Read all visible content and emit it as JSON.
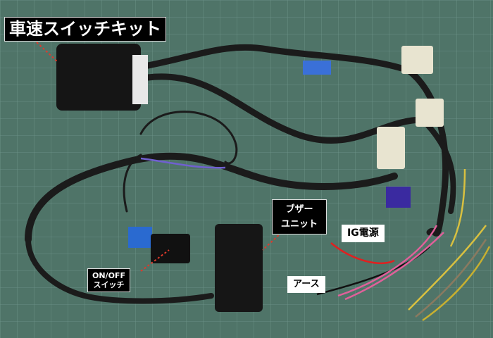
{
  "labels": {
    "kit": "車速スイッチキット",
    "buzzer_line1": "ブザー",
    "buzzer_line2": "ユニット",
    "ig_power": "IG電源",
    "earth": "アース",
    "switch_line1": "ON/OFF",
    "switch_line2": "スイッチ"
  },
  "colors": {
    "mat": "#4f7468",
    "grid": "#7fa6a0",
    "harness": "#1a1a1a",
    "arrow": "#e0392b"
  }
}
